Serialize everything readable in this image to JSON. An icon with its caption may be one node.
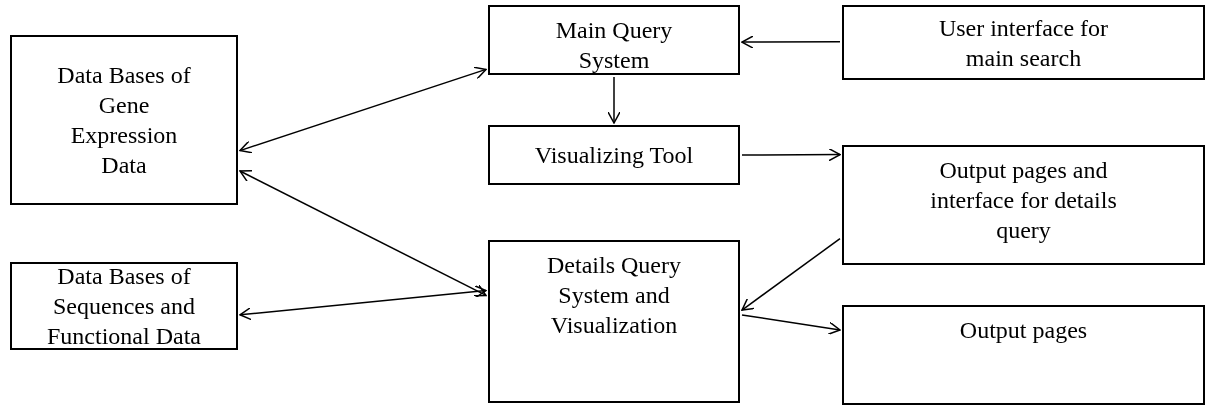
{
  "diagram": {
    "nodes": [
      {
        "text": [
          "Data Bases of Gene Expression Data"
        ]
      },
      {
        "text": [
          "Main Query System"
        ]
      },
      {
        "text": [
          "User interface for main search"
        ]
      },
      {
        "text": [
          "Visualizing Tool"
        ]
      },
      {
        "text": [
          "Output pages and interface for details query"
        ]
      },
      {
        "text": [
          "Data Bases of Sequences and Functional Data"
        ]
      },
      {
        "text": [
          "Details Query System and Visualization"
        ]
      },
      {
        "text": [
          "Output pages"
        ]
      }
    ],
    "edges": [
      {
        "from": 0,
        "to": 1,
        "arrow": "both"
      },
      {
        "from": 2,
        "to": 1,
        "arrow": "to"
      },
      {
        "from": 1,
        "to": 3,
        "arrow": "to"
      },
      {
        "from": 0,
        "to": 6,
        "arrow": "both"
      },
      {
        "from": 3,
        "to": 4,
        "arrow": "to"
      },
      {
        "from": 4,
        "to": 6,
        "arrow": "to"
      },
      {
        "from": 5,
        "to": 6,
        "arrow": "both"
      },
      {
        "from": 6,
        "to": 7,
        "arrow": "to"
      }
    ]
  }
}
